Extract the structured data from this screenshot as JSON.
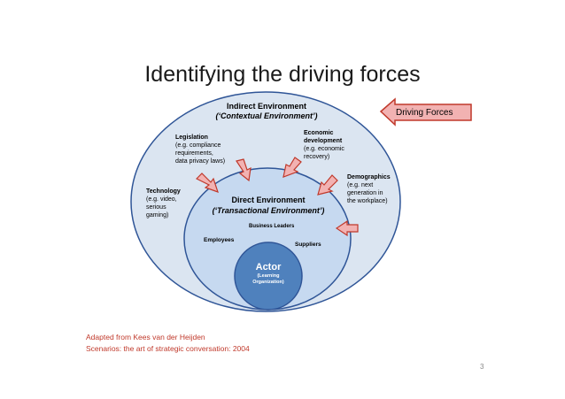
{
  "title": "Identifying the driving forces",
  "driving_forces": "Driving Forces",
  "indirect": {
    "heading": "Indirect Environment",
    "sub": "(‘Contextual Environment’)"
  },
  "direct": {
    "heading": "Direct Environment",
    "sub": "(‘Transactional Environment’)"
  },
  "actor": {
    "heading": "Actor",
    "sub1": "(Learning",
    "sub2": "Organization)"
  },
  "legislation": {
    "title": "Legislation",
    "l1": "(e.g. compliance",
    "l2": "requirements,",
    "l3": "data privacy laws)"
  },
  "economic": {
    "t1": "Economic",
    "t2": "development",
    "l1": "(e.g. economic",
    "l2": "recovery)"
  },
  "technology": {
    "title": "Technology",
    "l1": "(e.g. video,",
    "l2": "serious",
    "l3": "gaming)"
  },
  "demographics": {
    "title": "Demographics",
    "l1": "(e.g. next",
    "l2": "generation in",
    "l3": "the workplace)"
  },
  "business_leaders": "Business Leaders",
  "employees": "Employees",
  "suppliers": "Suppliers",
  "footer": {
    "line1": "Adapted from Kees van der Heijden",
    "line2": "Scenarios: the art of strategic conversation: 2004"
  },
  "page_number": "3",
  "colors": {
    "outer": "#dbe5f1",
    "inner": "#c6d9f0",
    "actor": "#4f81bd",
    "border": "#2f5597",
    "arrow": "#f2b2b2",
    "arrow_stroke": "#c0392b"
  }
}
